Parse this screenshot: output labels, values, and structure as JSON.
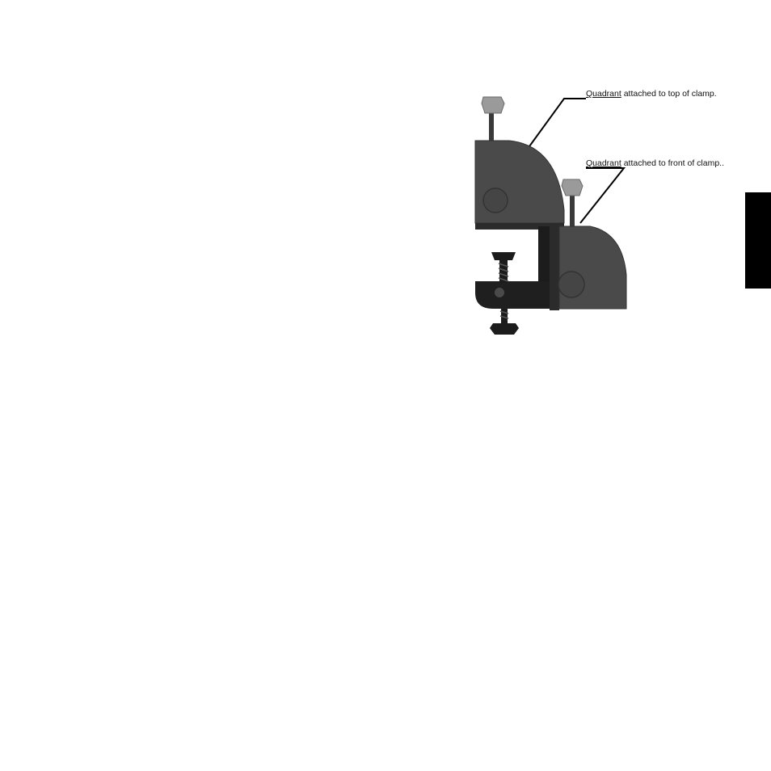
{
  "figure": {
    "callout_top": {
      "keyword": "Quadrant",
      "rest": " attached to top of clamp."
    },
    "callout_front": {
      "keyword": "Quadrant",
      "rest": " attached to front of clamp.."
    }
  },
  "colors": {
    "quadrant_body": "#4a4a4a",
    "quadrant_dark": "#2b2b2b",
    "knob_light": "#9a9a9a",
    "clamp_black": "#1c1c1c",
    "edge_tab": "#000000"
  },
  "icons": {
    "edge_tab": "black-edge-tab"
  }
}
